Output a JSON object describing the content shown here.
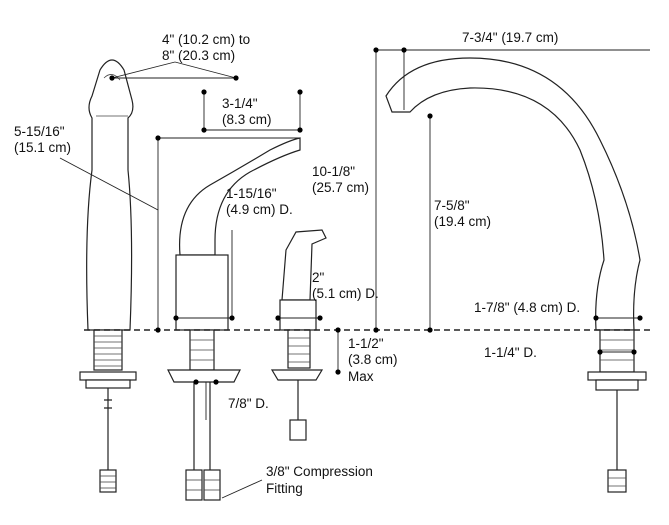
{
  "labels": {
    "spread": [
      "4\" (10.2 cm) to",
      "8\" (20.3 cm)"
    ],
    "handle_offset": [
      "3-1/4\"",
      "(8.3 cm)"
    ],
    "handle_height": [
      "5-15/16\"",
      "(15.1 cm)"
    ],
    "handle_diameter": [
      "1-15/16\"",
      "(4.9 cm) D."
    ],
    "spout_height": [
      "10-1/8\"",
      "(25.7 cm)"
    ],
    "spout_reach": "7-3/4\" (19.7 cm)",
    "spout_clearance": [
      "7-5/8\"",
      "(19.4 cm)"
    ],
    "spray_diameter": [
      "2\"",
      "(5.1 cm) D."
    ],
    "spout_base_diameter": "1-7/8\" (4.8 cm) D.",
    "max_deck": [
      "1-1/2\"",
      "(3.8 cm)",
      "Max"
    ],
    "spout_shank": "1-1/4\" D.",
    "handle_shank": "7/8\" D.",
    "fitting": [
      "3/8\" Compression",
      "Fitting"
    ]
  }
}
